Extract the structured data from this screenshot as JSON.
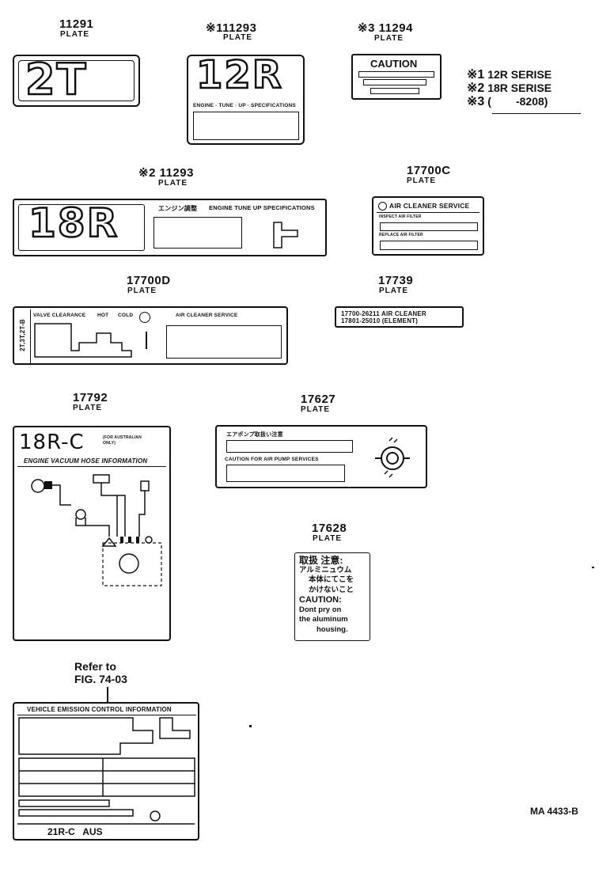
{
  "plates": {
    "p11291": {
      "number": "11291",
      "caption": "PLATE",
      "text": "2T"
    },
    "p11293a": {
      "number": "※111293",
      "caption": "PLATE",
      "text": "12R",
      "subtitle": "ENGINE · TUNE · UP · SPECIFICATIONS"
    },
    "p11294": {
      "number": "※3 11294",
      "caption": "PLATE",
      "text": "CAUTION"
    },
    "p11293b": {
      "number": "※2 11293",
      "caption": "PLATE",
      "text": "18R",
      "jp": "エンジン調整",
      "title": "ENGINE TUNE UP SPECIFICATIONS"
    },
    "p17700C": {
      "number": "17700C",
      "caption": "PLATE",
      "title": "AIR CLEANER SERVICE",
      "line1": "INSPECT AIR FILTER",
      "line2": "REPLACE AIR FILTER"
    },
    "p17700D": {
      "number": "17700D",
      "caption": "PLATE",
      "side": "2T,3T,2T-B",
      "h1": "VALVE CLEARANCE",
      "h2": "HOT",
      "h3": "COLD",
      "h4": "AIR CLEANER SERVICE"
    },
    "p17739": {
      "number": "17739",
      "caption": "PLATE",
      "line1": "17700-26211  AIR  CLEANER",
      "line2": "17801-25010  (ELEMENT)"
    },
    "p17792": {
      "number": "17792",
      "caption": "PLATE",
      "text": "18R-C",
      "note": "(FOR AUSTRALIAN ONLY)",
      "title": "ENGINE VACUUM HOSE INFORMATION"
    },
    "p17627": {
      "number": "17627",
      "caption": "PLATE",
      "jp": "エアポンプ取扱い注意",
      "line": "CAUTION FOR AIR PUMP SERVICES"
    },
    "p17628": {
      "number": "17628",
      "caption": "PLATE",
      "lines": [
        "取扱 注意:",
        "アルミニュウム",
        "本体にてこを",
        "かけないこと",
        "CAUTION:",
        "Dont pry on",
        "the aluminum",
        "housing."
      ]
    },
    "emission": {
      "refer1": "Refer to",
      "refer2": "FIG. 74-03",
      "title": "VEHICLE EMISSION CONTROL INFORMATION",
      "footer": "21R-C   AUS"
    }
  },
  "legend": {
    "items": [
      {
        "mark": "※1",
        "text": "12R SERISE"
      },
      {
        "mark": "※2",
        "text": "18R SERISE"
      },
      {
        "mark": "※3",
        "text": "(        -8208)"
      }
    ]
  },
  "diagram_id": "MA 4433-B"
}
